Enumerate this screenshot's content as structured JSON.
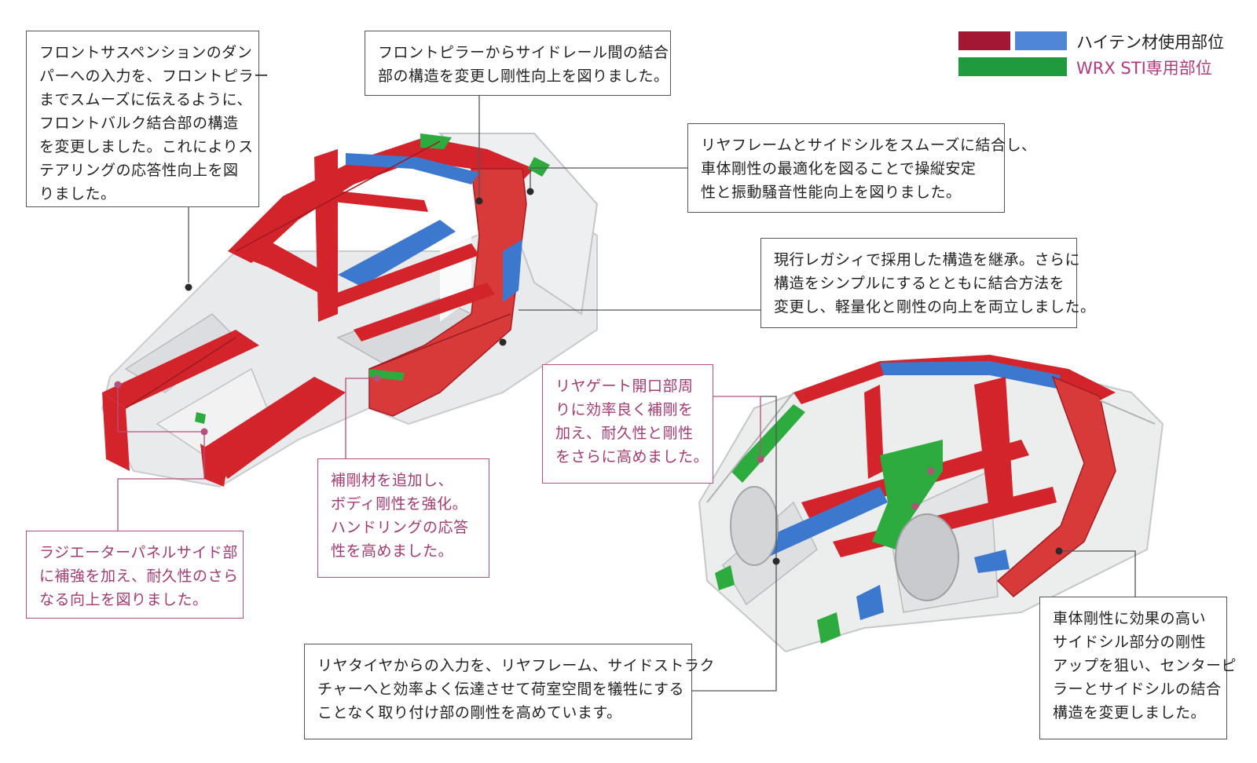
{
  "legend": {
    "items": [
      {
        "label": "ハイテン材使用部位",
        "colors": [
          "#a11734",
          "#4f86d6"
        ],
        "label_color": "#222222"
      },
      {
        "label": "WRX STI専用部位",
        "colors": [
          "#1f9a3c"
        ],
        "label_color": "#b03a80"
      }
    ]
  },
  "colors": {
    "high_tensile_red": "#d3242b",
    "high_tensile_blue": "#3d78cf",
    "sti_green": "#2eab3e",
    "body_white": "#e7e8ea",
    "dark_leader": "#555555",
    "magenta_leader": "#b5507c"
  },
  "callouts": {
    "front_suspension": "フロントサスペンションのダン\nパーへの入力を、フロントピラー\nまでスムーズに伝えるように、\nフロントバルク結合部の構造\nを変更しました。これによりス\nテアリングの応答性向上を図\nりました。",
    "front_pillar": "フロントピラーからサイドレール間の結合\n部の構造を変更し剛性向上を図りました。",
    "rear_frame": "リヤフレームとサイドシルをスムーズに結合し、\n車体剛性の最適化を図ることで操縦安定\n性と振動騒音性能向上を図りました。",
    "legacy_structure": "現行レガシィで採用した構造を継承。さらに\n構造をシンプルにするとともに結合方法を\n変更し、軽量化と剛性の向上を両立しました。",
    "rear_gate": "リヤゲート開口部周\nりに効率良く補剛を\n加え、耐久性と剛性\nをさらに高めました。",
    "reinforcement": "補剛材を追加し、\nボディ剛性を強化。\nハンドリングの応答\n性を高めました。",
    "radiator_panel": "ラジエーターパネルサイド部\nに補強を加え、耐久性のさら\nなる向上を図りました。",
    "rear_tire": "リヤタイヤからの入力を、リヤフレーム、サイドストラク\nチャーへと効率よく伝達させて荷室空間を犠牲にする\nことなく取り付け部の剛性を高めています。",
    "side_sill": "車体剛性に効果の高い\nサイドシル部分の剛性\nアップを狙い、センターピ\nラーとサイドシルの結合\n構造を変更しました。"
  }
}
